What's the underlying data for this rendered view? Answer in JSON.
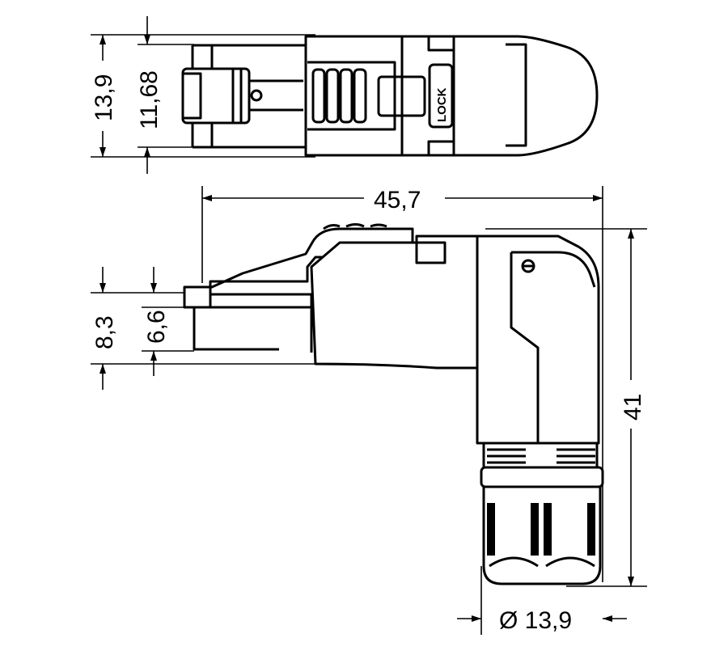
{
  "title": "Angled RJ45 connector dimensional drawing",
  "top_view": {
    "dimensions": {
      "overall_height": "13,9",
      "plug_height": "11,68"
    },
    "label": "LOCK"
  },
  "side_view": {
    "dimensions": {
      "overall_length": "45,7",
      "height_a": "8,3",
      "height_b": "6,6",
      "overall_height": "41",
      "cable_diameter": "Ø 13,9"
    }
  }
}
